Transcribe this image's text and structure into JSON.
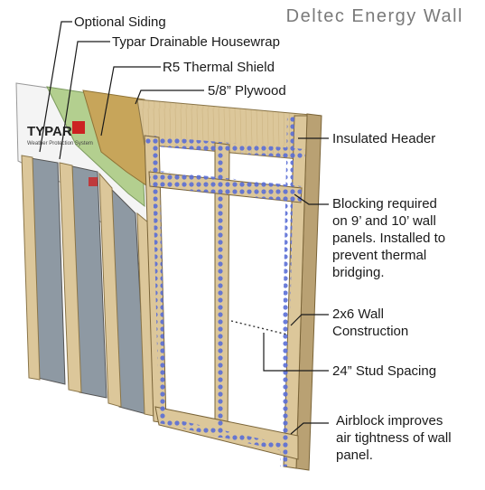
{
  "title": "Deltec Energy Wall",
  "brand": {
    "logo_text": "TYPAR",
    "logo_tagline": "Weather Protection System"
  },
  "labels": {
    "optional_siding": "Optional Siding",
    "housewrap": "Typar Drainable Housewrap",
    "thermal_shield": "R5 Thermal Shield",
    "plywood": "5/8” Plywood",
    "insulated_header": "Insulated Header",
    "blocking": [
      "Blocking required",
      "on 9’ and 10’ wall",
      "panels. Installed to",
      "prevent thermal",
      "bridging."
    ],
    "wall_construction": [
      "2x6 Wall",
      "Construction"
    ],
    "stud_spacing": "24” Stud Spacing",
    "airblock": [
      "Airblock improves",
      "air tightness of wall",
      "panel."
    ]
  },
  "colors": {
    "wood": "#dcc79a",
    "wood_dark": "#b9a173",
    "plywood": "#c7a55a",
    "foam_green": "#b3cf8f",
    "siding_gray": "#8e99a3",
    "wrap_white": "#f4f4f4",
    "airblock_blue": "#5a6ed6",
    "logo_red": "#cc2222"
  }
}
